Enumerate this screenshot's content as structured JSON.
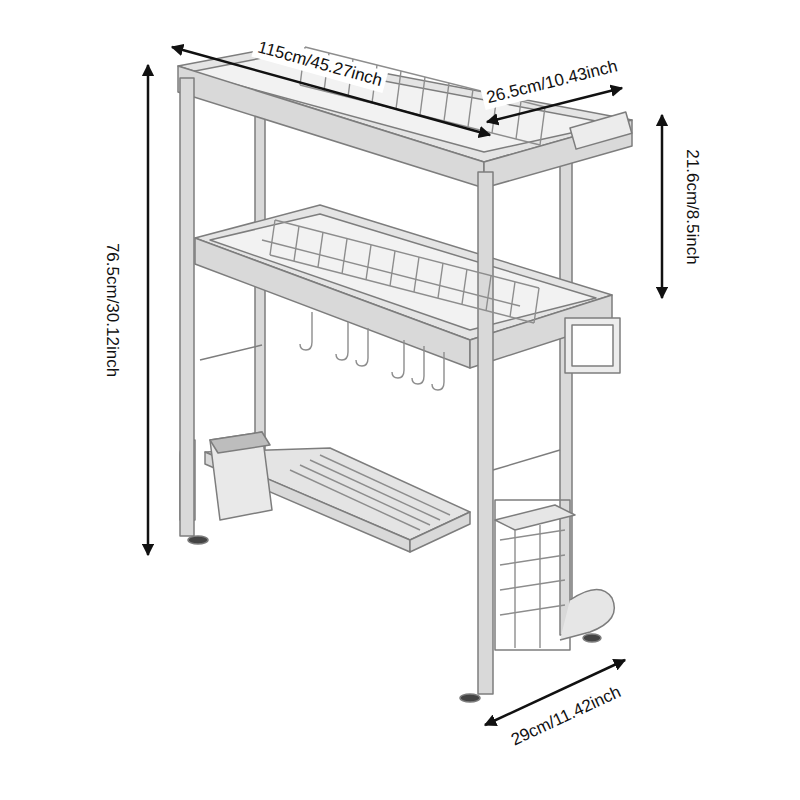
{
  "diagram": {
    "labels": [
      "115cm/45.27inch",
      "26.5cm/10.43inch",
      "21.6cm/8.5inch",
      "76.5cm/30.12inch",
      "29cm/11.42inch"
    ]
  }
}
